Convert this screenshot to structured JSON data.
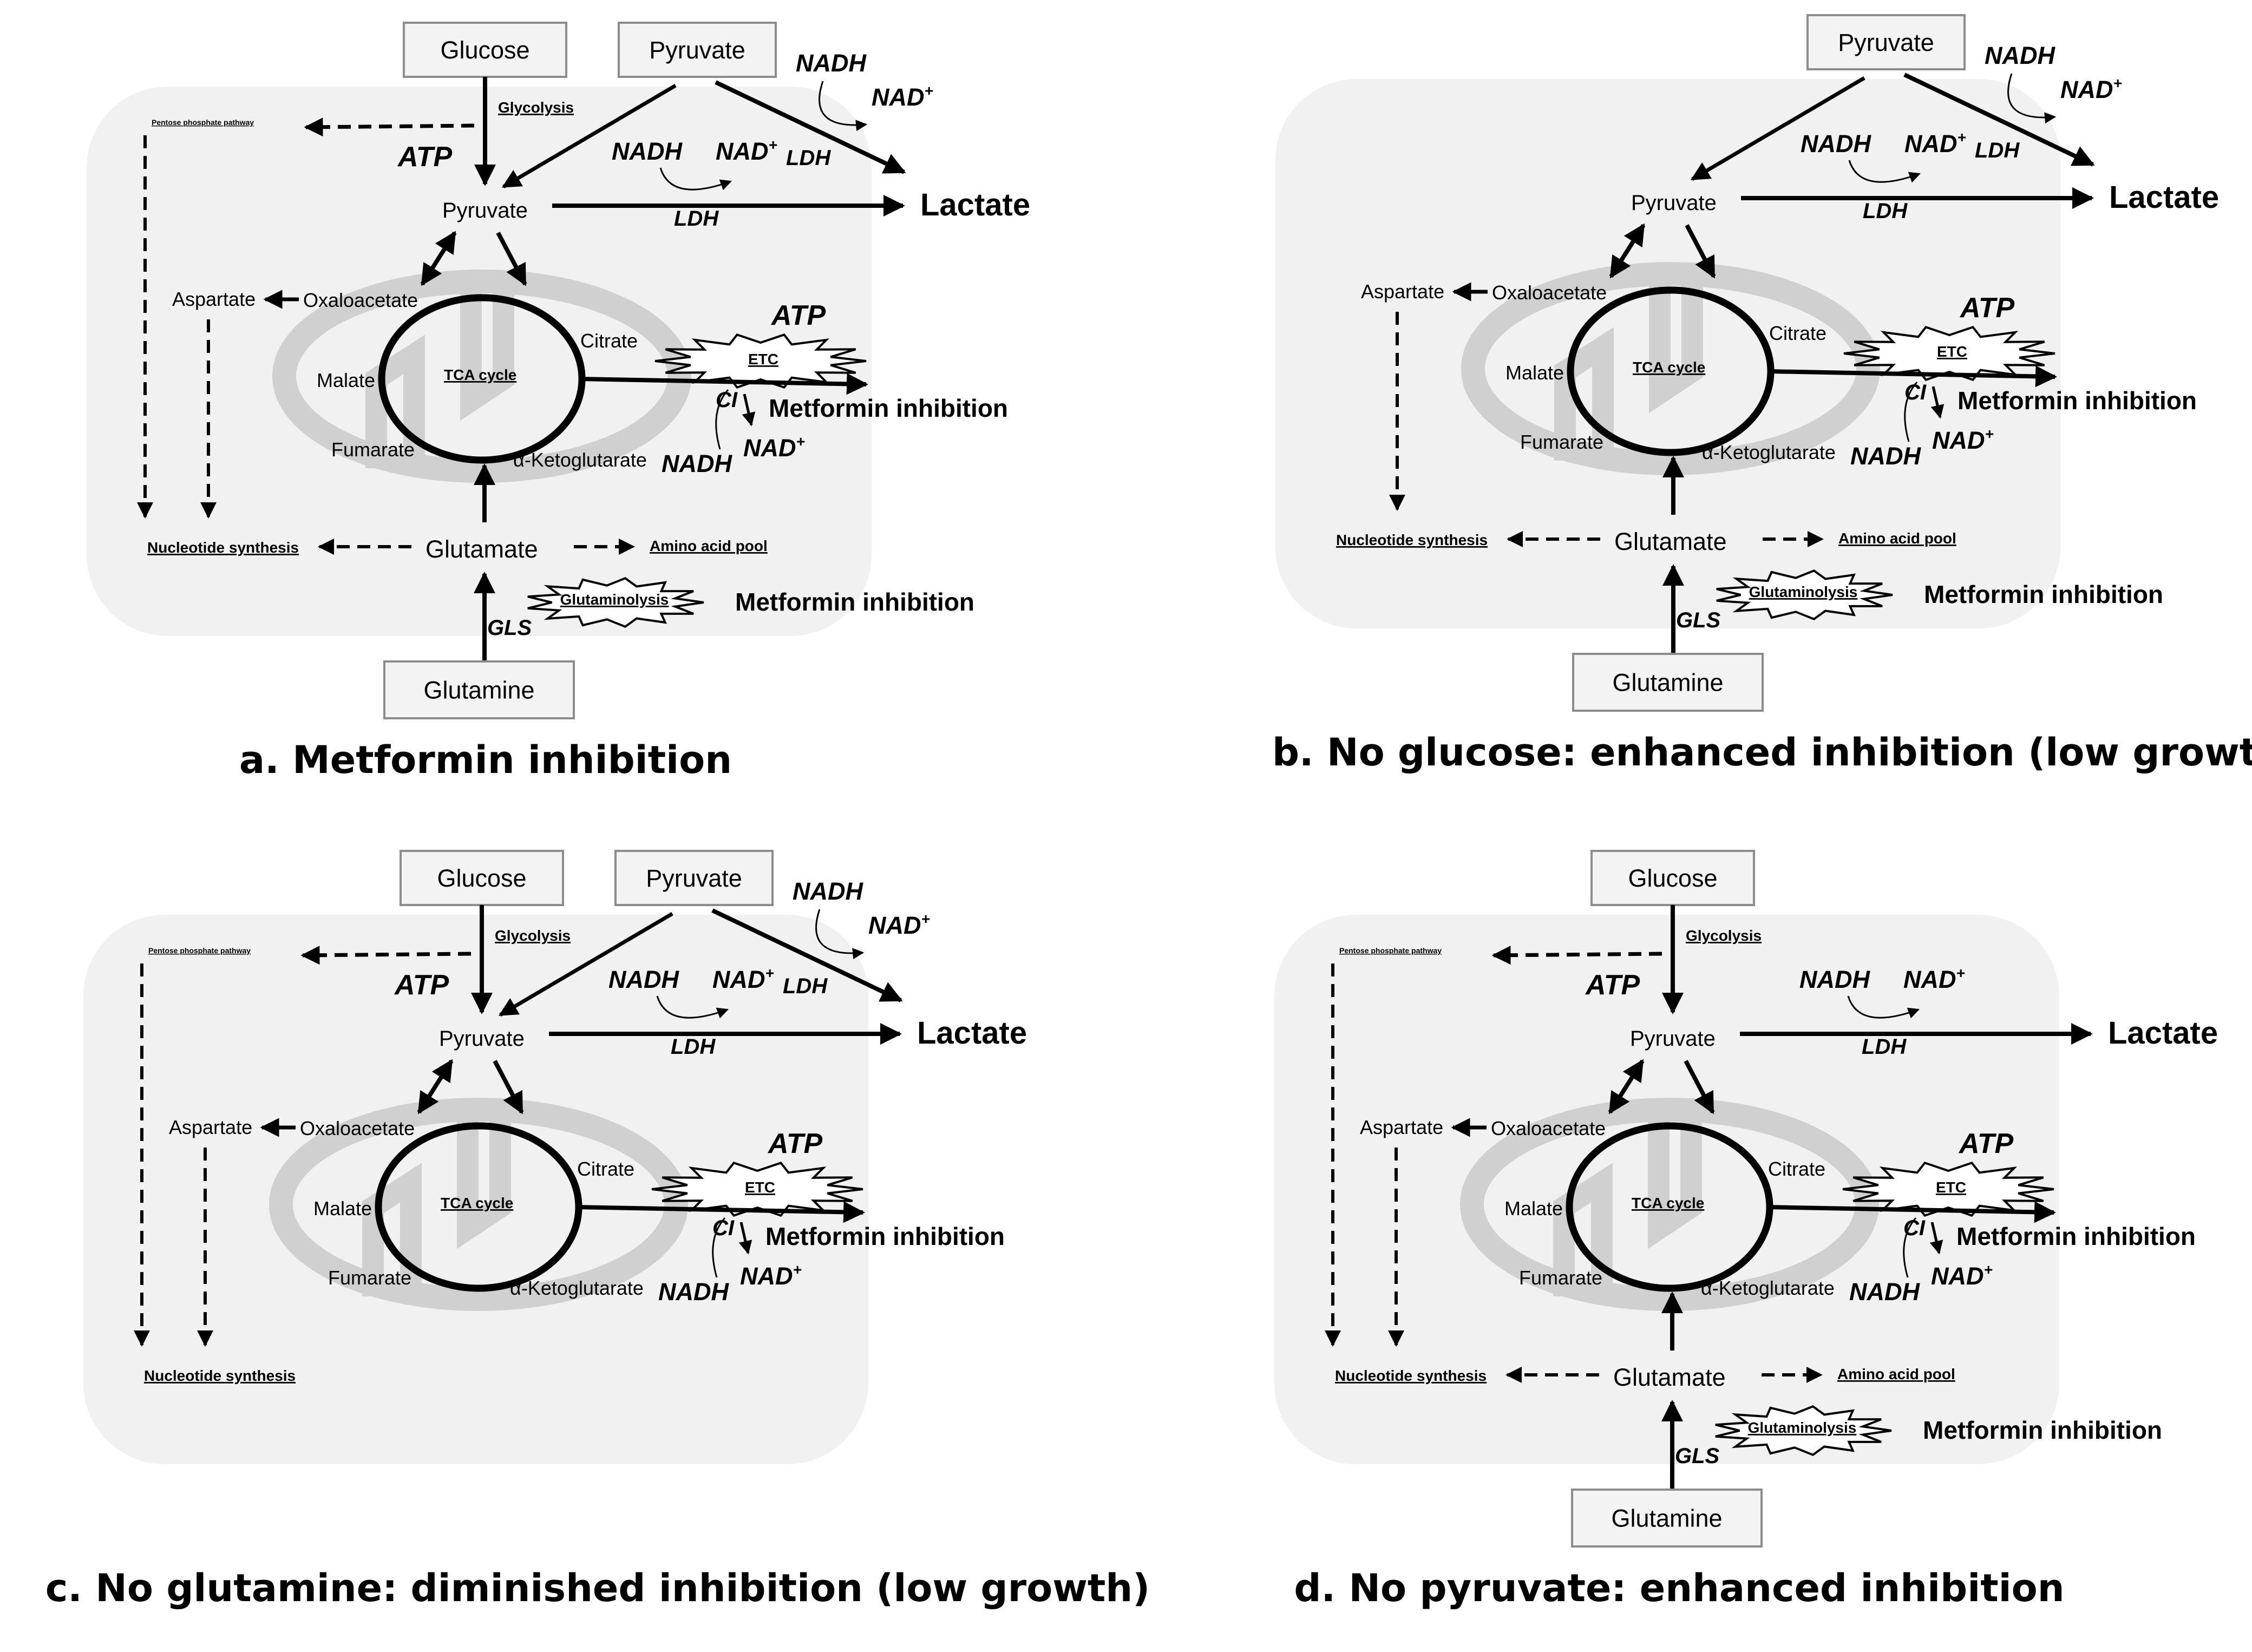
{
  "colors": {
    "cell_bg": "#f1f1f1",
    "mito_stroke": "#d0d0d0",
    "box_fill": "#f3f3f3",
    "box_stroke": "#8c8c8c",
    "line": "#000000"
  },
  "labels": {
    "glucose": "Glucose",
    "pyruvate": "Pyruvate",
    "lactate": "Lactate",
    "glycolysis": "Glycolysis",
    "pentose": "Pentose phosphate pathway",
    "atp": "ATP",
    "nadh": "NADH",
    "nad": "NAD",
    "nad_sup": "+",
    "ldh": "LDH",
    "aspartate": "Aspartate",
    "oxaloacetate": "Oxaloacetate",
    "citrate": "Citrate",
    "malate": "Malate",
    "tca": "TCA cycle",
    "fumarate": "Fumarate",
    "akg": "α-Ketoglutarate",
    "etc": "ETC",
    "ci": "CI",
    "metformin": "Metformin inhibition",
    "nucleotide": "Nucleotide synthesis",
    "glutamate": "Glutamate",
    "amino": "Amino acid pool",
    "glutaminolysis": "Glutaminolysis",
    "gls": "GLS",
    "glutamine": "Glutamine"
  },
  "panels": [
    {
      "id": "a",
      "caption": "a. Metformin inhibition",
      "glucose": true,
      "pyruvate": true,
      "glutamine": true
    },
    {
      "id": "b",
      "caption": "b. No glucose: enhanced inhibition (low growth)",
      "glucose": false,
      "pyruvate": true,
      "glutamine": true
    },
    {
      "id": "c",
      "caption": "c. No glutamine: diminished inhibition (low growth)",
      "glucose": true,
      "pyruvate": true,
      "glutamine": false
    },
    {
      "id": "d",
      "caption": "d. No pyruvate: enhanced inhibition",
      "glucose": true,
      "pyruvate": false,
      "glutamine": true
    }
  ]
}
